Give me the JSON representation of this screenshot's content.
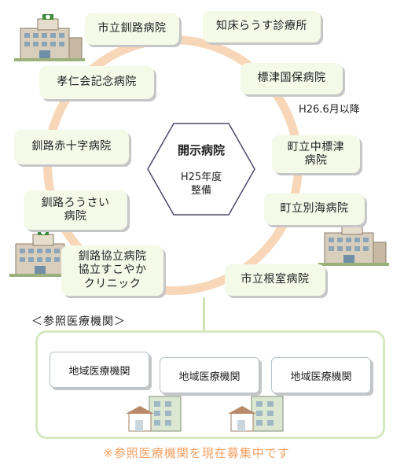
{
  "center": {
    "title": "開示病院",
    "subtitle": "H25年度\n整備"
  },
  "note": "H26.6月以降",
  "hospitals": [
    "市立釧路病院",
    "知床らうす診療所",
    "標津国保病院",
    "町立中標津\n病院",
    "町立別海病院",
    "市立根室病院",
    "孝仁会記念病院",
    "釧路赤十字病院",
    "釧路ろうさい\n病院",
    "釧路協立病院\n協立すこやか\nクリニック"
  ],
  "reference": {
    "label": "＜参照医療機関＞",
    "boxes": [
      "地域医療機関",
      "地域医療機関",
      "地域医療機関"
    ]
  },
  "footer": "※参照医療機関を現在募集中です",
  "colors": {
    "ring": "#f7d7b8",
    "box_fill": "#f4f9e8",
    "frame": "#d6e8c0",
    "footer_text": "#f3a061"
  }
}
